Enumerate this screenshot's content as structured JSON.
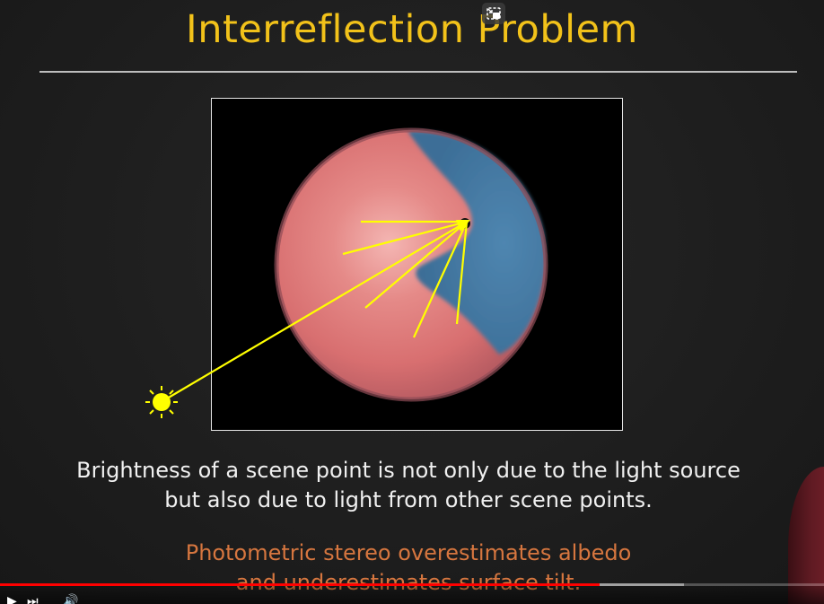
{
  "slide": {
    "title": "Interreflection Problem",
    "caption_line1": "Brightness of a scene point is not only due to the light source",
    "caption_line2": "but also due to light from other scene points.",
    "note_line1": "Photometric stereo overestimates albedo",
    "note_line2": "and underestimates surface tilt."
  },
  "player": {
    "progress_fraction": 0.728,
    "buffered_fraction": 0.83,
    "colors": {
      "played": "#ff0000",
      "title": "#f2c21a",
      "note": "#d6763f",
      "ray": "#ffff00"
    },
    "icons": [
      "picture-in-picture-icon",
      "play-icon",
      "next-icon",
      "volume-icon"
    ]
  }
}
